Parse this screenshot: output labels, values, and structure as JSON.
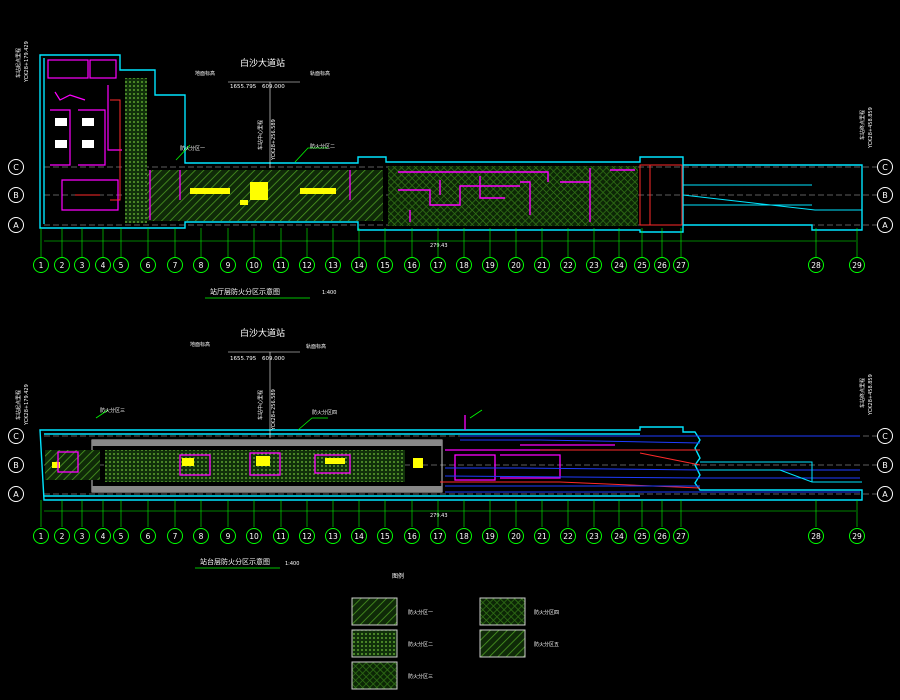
{
  "colors": {
    "background": "#000000",
    "outline": "#00e5ff",
    "grid": "#c8c8c8",
    "axis_bubble": "#00ff00",
    "partition": "#ff00ff",
    "hatch": "#3f8a1c",
    "equipment": "#ffff00",
    "pipe": "#1e3cff",
    "annotation": "#ffffff",
    "accent_red": "#ff2a2a"
  },
  "row_axes": [
    "C",
    "B",
    "A"
  ],
  "column_axes": [
    "1",
    "2",
    "3",
    "4",
    "5",
    "6",
    "7",
    "8",
    "9",
    "10",
    "11",
    "12",
    "13",
    "14",
    "15",
    "16",
    "17",
    "18",
    "19",
    "20",
    "21",
    "22",
    "23",
    "24",
    "25",
    "26",
    "27",
    "28",
    "29"
  ],
  "top_plan": {
    "title": "站厅层防火分区示意图",
    "scale": "1:400",
    "station_name": "白沙大道站",
    "left_mileage": "YCK28+179.429",
    "right_mileage": "YCK28+458.859",
    "center_mileage": "YCK28+256.589",
    "center_mileage_label": "车站中心里程",
    "elevation_a": "1655.795",
    "elevation_b": "609.000",
    "elev_label_a": "地面标高",
    "elev_label_b": "轨面标高",
    "total_length": "279.43",
    "left_end_label": "车站起点里程",
    "right_end_label": "车站终点里程",
    "zone_tags": [
      "防火分区一",
      "防火分区二"
    ]
  },
  "bottom_plan": {
    "title": "站台层防火分区示意图",
    "scale": "1:400",
    "station_name": "白沙大道站",
    "left_mileage": "YCK28+179.429",
    "right_mileage": "YCK28+458.859",
    "center_mileage": "YCK28+256.589",
    "center_mileage_label": "车站中心里程",
    "elevation_a": "1655.795",
    "elevation_b": "609.000",
    "elev_label_a": "地面标高",
    "elev_label_b": "轨面标高",
    "total_length": "279.43",
    "left_end_label": "车站起点里程",
    "right_end_label": "车站终点里程",
    "zone_tags": [
      "防火分区三",
      "防火分区四"
    ]
  },
  "legend": {
    "title": "图例",
    "items": [
      {
        "label": "防火分区一"
      },
      {
        "label": "防火分区四"
      },
      {
        "label": "防火分区二"
      },
      {
        "label": "防火分区五"
      },
      {
        "label": "防火分区三"
      }
    ]
  }
}
